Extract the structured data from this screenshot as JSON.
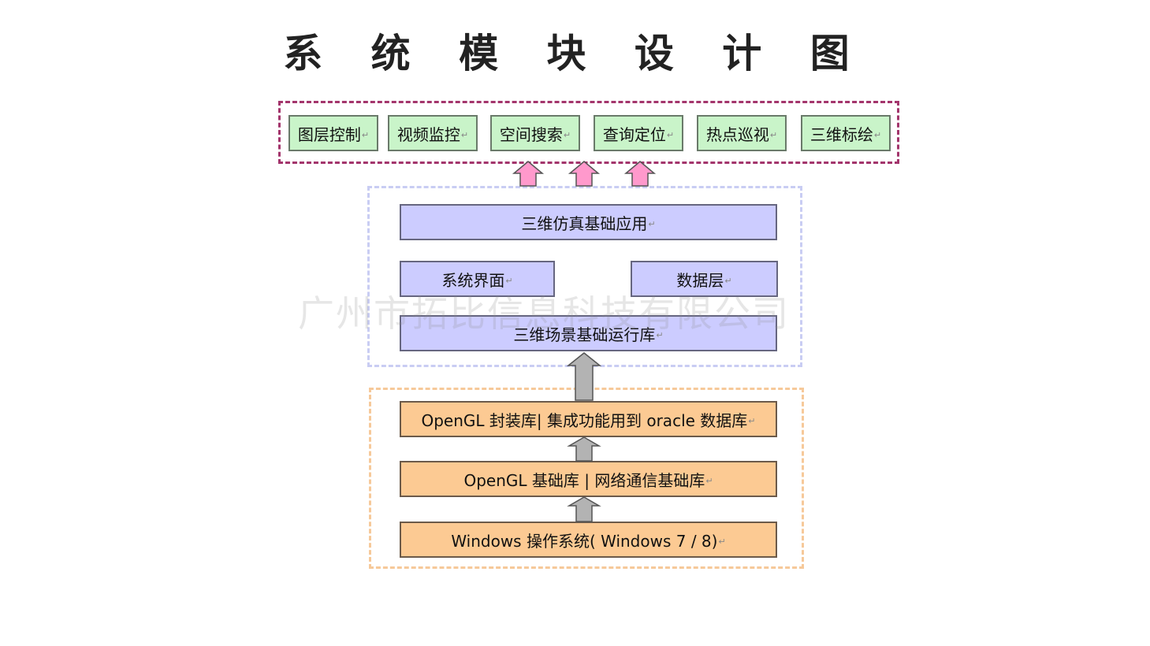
{
  "title": "系 统 模 块 设 计 图",
  "modules": [
    {
      "label": "图层控制"
    },
    {
      "label": "视频监控"
    },
    {
      "label": "空间搜索"
    },
    {
      "label": "查询定位"
    },
    {
      "label": "热点巡视"
    },
    {
      "label": "三维标绘"
    }
  ],
  "middle_layer": {
    "app": "三维仿真基础应用",
    "ui": "系统界面",
    "data": "数据层",
    "runtime": "三维场景基础运行库"
  },
  "base_layer": {
    "opengl_wrap": "OpenGL 封装库|  集成功能用到 oracle 数据库",
    "opengl_base": "OpenGL 基础库   |   网络通信基础库",
    "os": "Windows  操作系统( Windows 7 / 8)"
  },
  "paragraph_mark": "↵",
  "watermark": "广州市拓比信息科技有限公司",
  "colors": {
    "module_fill": "#c9f4c9",
    "middle_fill": "#ccccff",
    "base_fill": "#fcca93",
    "pink_arrow": "#ff99cc",
    "gray_arrow": "#b3b3b3"
  }
}
